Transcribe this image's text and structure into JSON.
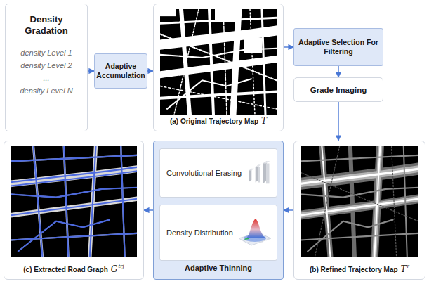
{
  "diagram": {
    "nodes": [
      {
        "text": [
          "Density Gradation",
          "density Level 1",
          "density Level 2",
          "...",
          "density Level N"
        ]
      },
      {
        "text": [
          "Adaptive Accumulation"
        ]
      },
      {
        "text": [
          "(a) Original Trajectory Map",
          "T"
        ]
      },
      {
        "text": [
          "Adaptive Selection For Filtering"
        ]
      },
      {
        "text": [
          "Grade Imaging"
        ]
      },
      {
        "text": [
          "(b) Refined Trajectory Map",
          "T",
          "r"
        ]
      },
      {
        "text": [
          "Adaptive Thinning"
        ]
      },
      {
        "text": [
          "Convolutional Erasing"
        ],
        "in": 6
      },
      {
        "text": [
          "Density Distribution"
        ],
        "in": 6
      },
      {
        "text": [
          "(c) Extracted Road Graph",
          "G",
          "trj"
        ]
      }
    ],
    "edges": [
      {
        "from": 0,
        "to": 1,
        "arrow": "to"
      },
      {
        "from": 1,
        "to": 2,
        "arrow": "to"
      },
      {
        "from": 2,
        "to": 3,
        "arrow": "to"
      },
      {
        "from": 3,
        "to": 4,
        "arrow": "to"
      },
      {
        "from": 4,
        "to": 5,
        "arrow": "to"
      },
      {
        "from": 5,
        "to": 6,
        "arrow": "to"
      },
      {
        "from": 6,
        "to": 9,
        "arrow": "to"
      }
    ]
  }
}
